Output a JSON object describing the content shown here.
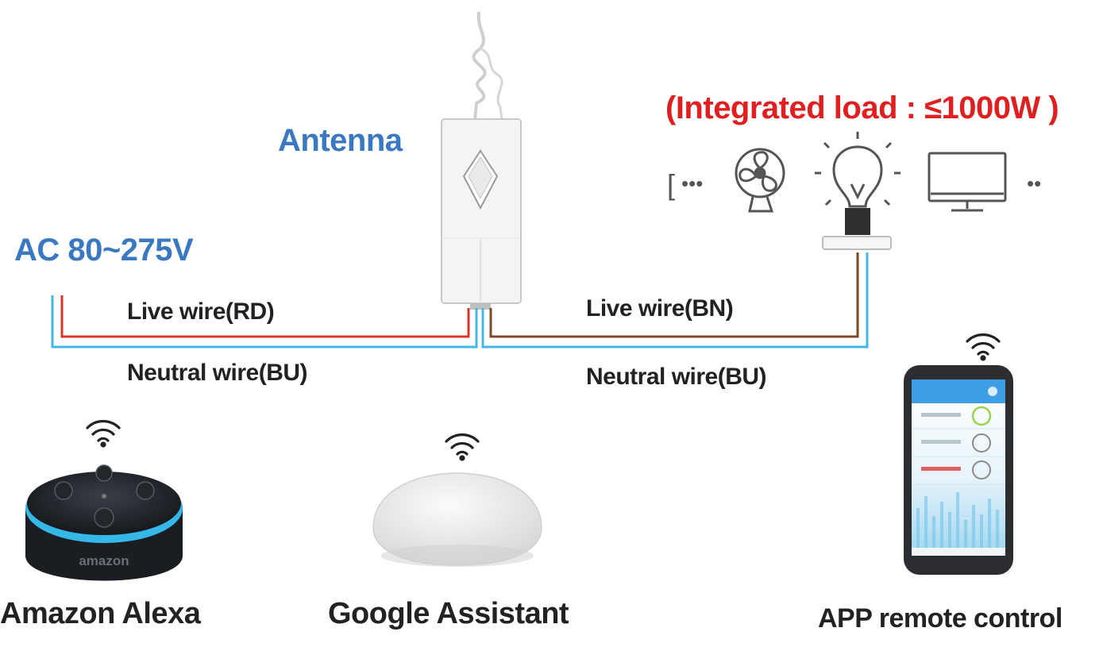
{
  "colors": {
    "title_blue": "#3a78c2",
    "load_red": "#e02020",
    "live_red": "#d9342b",
    "live_brown": "#7a4a2a",
    "neutral_blue": "#42b6e4"
  },
  "labels": {
    "antenna": "Antenna",
    "ac_input": "AC 80~275V",
    "load": "(Integrated load : ≤1000W )",
    "live_in": "Live wire(RD)",
    "neutral_in": "Neutral wire(BU)",
    "live_out": "Live wire(BN)",
    "neutral_out": "Neutral wire(BU)"
  },
  "load_symbols": {
    "open_bracket": "[",
    "dots_left": "•••",
    "dots_right": "••"
  },
  "devices": {
    "alexa": {
      "name": "Amazon Alexa",
      "icon": "echo-dot-icon",
      "logo": "amazon"
    },
    "google": {
      "name": "Google Assistant",
      "icon": "google-home-mini-icon"
    },
    "app": {
      "name": "APP remote control",
      "icon": "smartphone-icon"
    }
  },
  "icons": {
    "wifi": "wifi-icon",
    "fan": "fan-icon",
    "bulb": "light-bulb-icon",
    "monitor": "monitor-icon",
    "switch": "smart-switch-module-icon"
  }
}
